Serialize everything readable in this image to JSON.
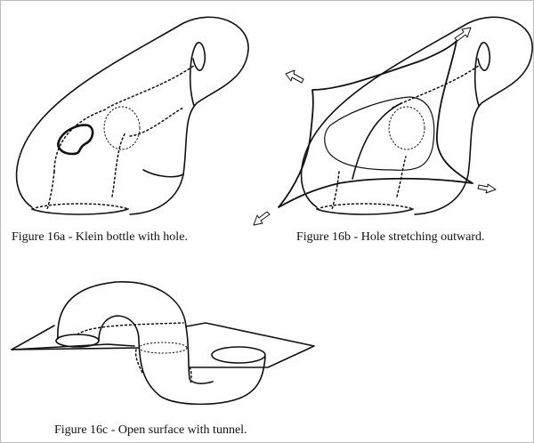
{
  "figures": [
    {
      "id": "16a",
      "caption": "Figure 16a - Klein bottle with hole."
    },
    {
      "id": "16b",
      "caption": "Figure 16b - Hole stretching outward."
    },
    {
      "id": "16c",
      "caption": "Figure 16c - Open surface with tunnel."
    }
  ],
  "colors": {
    "line": "#111111",
    "arrow_fill": "#ffffff",
    "border": "#bdbdbd"
  }
}
